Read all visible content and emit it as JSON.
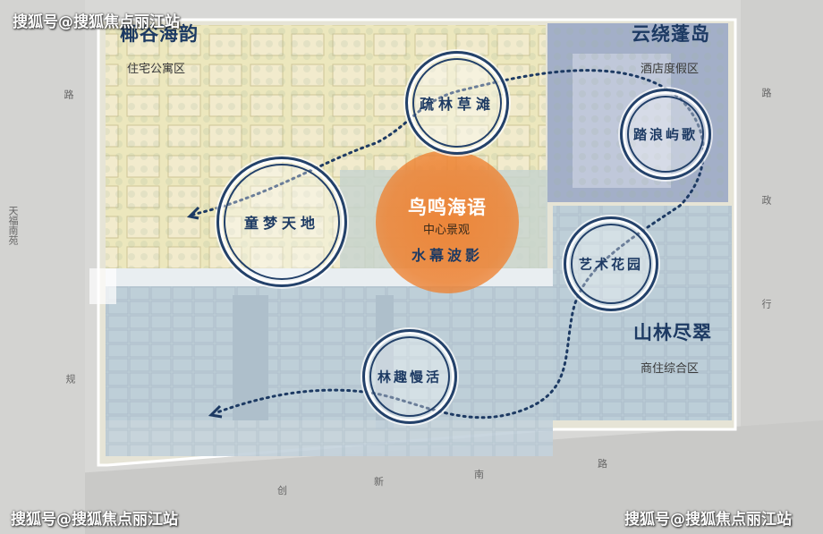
{
  "watermarks": [
    "搜狐号@搜狐焦点丽江站",
    "搜狐号@搜狐焦点丽江站",
    "搜狐号@搜狐焦点丽江站"
  ],
  "zones": {
    "residential": {
      "title": "椰谷海韵",
      "subtitle": "住宅公寓区"
    },
    "hotel": {
      "title": "云绕蓬岛",
      "subtitle": "酒店度假区"
    },
    "commercial": {
      "title": "山林尽翠",
      "subtitle": "商住综合区"
    },
    "center": {
      "title": "鸟鸣海语",
      "subtitle": "中心景观",
      "name": "水幕波影"
    }
  },
  "nodes": {
    "shulin": "疏林草滩",
    "tongmeng": "童梦天地",
    "talang": "踏浪屿歌",
    "yishu": "艺术花园",
    "linqu": "林趣慢活"
  },
  "roads": {
    "left": "天福南苑",
    "left2": "规",
    "left3": "路",
    "right": "路",
    "right2": "政",
    "right3": "行",
    "bottom1": "创",
    "bottom2": "新",
    "bottom3": "南",
    "bottom4": "路"
  },
  "colors": {
    "route": "#1d3a63",
    "residential": "#e9e4b5",
    "hotel": "#9aa7c6",
    "commercial": "#b9cbd6",
    "orange": "#ee8232"
  }
}
